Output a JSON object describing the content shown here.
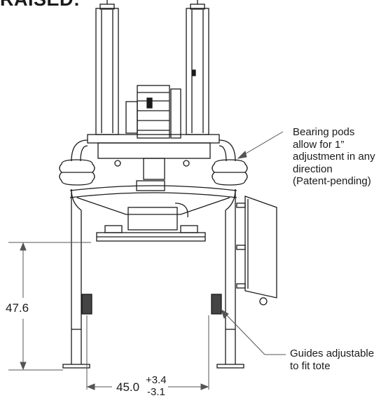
{
  "heading": "RAISED:",
  "callouts": {
    "bearing_pods": [
      "Bearing pods",
      "allow for 1”",
      "adjustment in any",
      "direction",
      "(Patent-pending)"
    ],
    "guides": [
      "Guides adjustable",
      "to fit tote"
    ]
  },
  "dimensions": {
    "height": "47.6",
    "width": "45.0",
    "width_tol_plus": "+3.4",
    "width_tol_minus": "-3.1"
  },
  "colors": {
    "line": "#1a1a1a",
    "dim": "#555555"
  }
}
